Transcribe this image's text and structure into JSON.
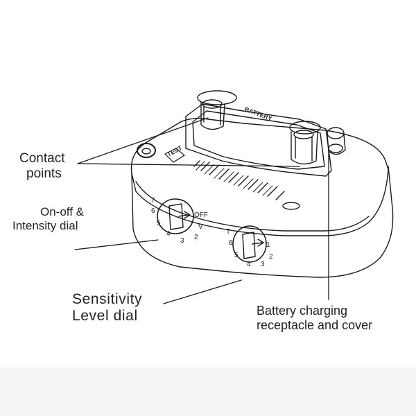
{
  "labels": {
    "contact_points": [
      "Contact",
      "points"
    ],
    "on_off_intensity": [
      "On-off &",
      "Intensity dial"
    ],
    "sensitivity": [
      "Sensitivity",
      "Level dial"
    ],
    "battery_charging": [
      "Battery charging",
      "receptacle and cover"
    ]
  },
  "device_markings": {
    "battery": "BATTERY",
    "test": "TEST",
    "intensity_dial": {
      "off": "OFF",
      "v": "V",
      "n7": "7",
      "n6": "6",
      "n5": "5",
      "n4": "4",
      "n3": "3",
      "n2": "2"
    },
    "sensitivity_dial": {
      "t": "T",
      "n6": "6",
      "n5": "5",
      "n4": "4",
      "n3": "3",
      "n2": "2",
      "n1": "1"
    }
  },
  "colors": {
    "line": "#1a1a1a",
    "background": "#ffffff"
  }
}
